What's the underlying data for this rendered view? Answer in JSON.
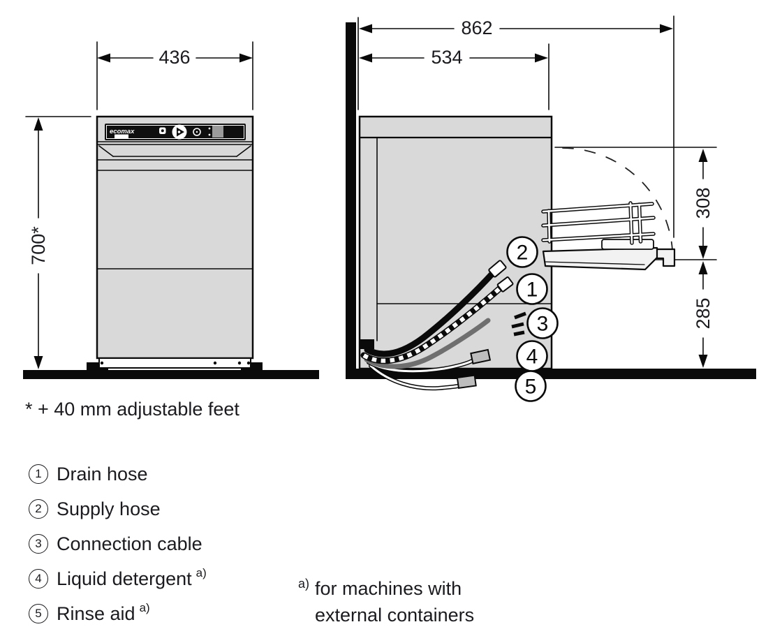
{
  "diagram": {
    "brand": "ecomax",
    "dimensions": {
      "front_width": "436",
      "front_height": "700*",
      "side_total_depth": "862",
      "side_body_depth": "534",
      "door_open_height": "308",
      "door_to_floor": "285"
    },
    "callouts": [
      {
        "number": "1",
        "label": "Drain hose",
        "note_ref": ""
      },
      {
        "number": "2",
        "label": "Supply hose",
        "note_ref": ""
      },
      {
        "number": "3",
        "label": "Connection cable",
        "note_ref": ""
      },
      {
        "number": "4",
        "label": "Liquid detergent",
        "note_ref": "a)"
      },
      {
        "number": "5",
        "label": "Rinse aid",
        "note_ref": "a)"
      }
    ],
    "feet_note": "* + 40 mm adjustable feet",
    "footnote": {
      "marker": "a)",
      "line1": "for machines with",
      "line2": "external containers"
    },
    "colors": {
      "line": "#0a0a0a",
      "body_fill": "#d9d9d9",
      "panel_fill": "#0f0f0f",
      "display_fill": "#9b9b9b",
      "cable_gray": "#6f6f6f",
      "container_gray": "#bdbdbd",
      "door_fill": "#f2f2f2",
      "text": "#1b1b1f"
    }
  }
}
